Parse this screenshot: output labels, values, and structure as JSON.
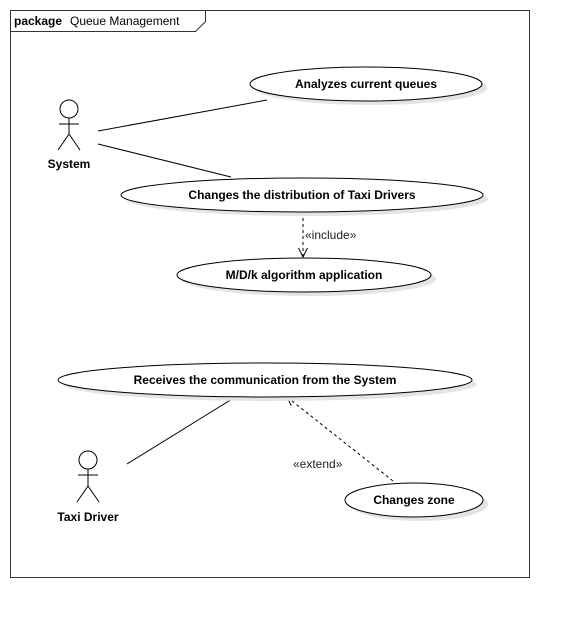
{
  "package": {
    "keyword": "package",
    "name": "Queue Management"
  },
  "actors": {
    "system": "System",
    "taxi_driver": "Taxi Driver"
  },
  "use_cases": {
    "analyzes_queues": "Analyzes current queues",
    "changes_distribution": "Changes the distribution of Taxi Drivers",
    "mdk_algorithm": "M/D/k algorithm application",
    "receives_communication": "Receives the communication from the System",
    "changes_zone": "Changes zone"
  },
  "relationships": {
    "include_label": "«include»",
    "extend_label": "«extend»"
  }
}
